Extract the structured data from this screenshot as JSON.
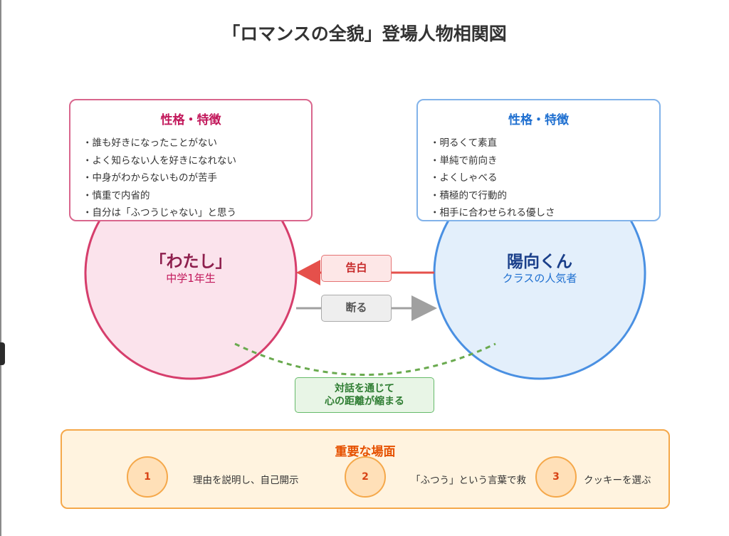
{
  "title": "「ロマンスの全貌」登場人物相関図",
  "left_character": {
    "name": "「わたし」",
    "subtitle": "中学1年生",
    "traits_title": "性格・特徴",
    "traits": [
      "誰も好きになったことがない",
      "よく知らない人を好きになれない",
      "中身がわからないものが苦手",
      "慎重で内省的",
      "自分は「ふつうじゃない」と思う"
    ]
  },
  "right_character": {
    "name": "陽向くん",
    "subtitle": "クラスの人気者",
    "traits_title": "性格・特徴",
    "traits": [
      "明るくて素直",
      "単純で前向き",
      "よくしゃべる",
      "積極的で行動的",
      "相手に合わせられる優しさ"
    ]
  },
  "relations": {
    "confess": "告白",
    "refuse": "断る",
    "dialogue_line1": "対話を通じて",
    "dialogue_line2": "心の距離が縮まる"
  },
  "scenes": {
    "title": "重要な場面",
    "items": [
      {
        "number": "1",
        "label": "理由を説明し、自己開示"
      },
      {
        "number": "2",
        "label": "「ふつう」という言葉で救"
      },
      {
        "number": "3",
        "label": "クッキーを選ぶ"
      }
    ]
  },
  "colors": {
    "left_accent": "#d63e6c",
    "right_accent": "#4a90e2",
    "confess_arrow": "#e5504b",
    "refuse_arrow": "#a0a0a0",
    "dialogue": "#6aaa4f",
    "scenes_accent": "#f5a84a"
  }
}
